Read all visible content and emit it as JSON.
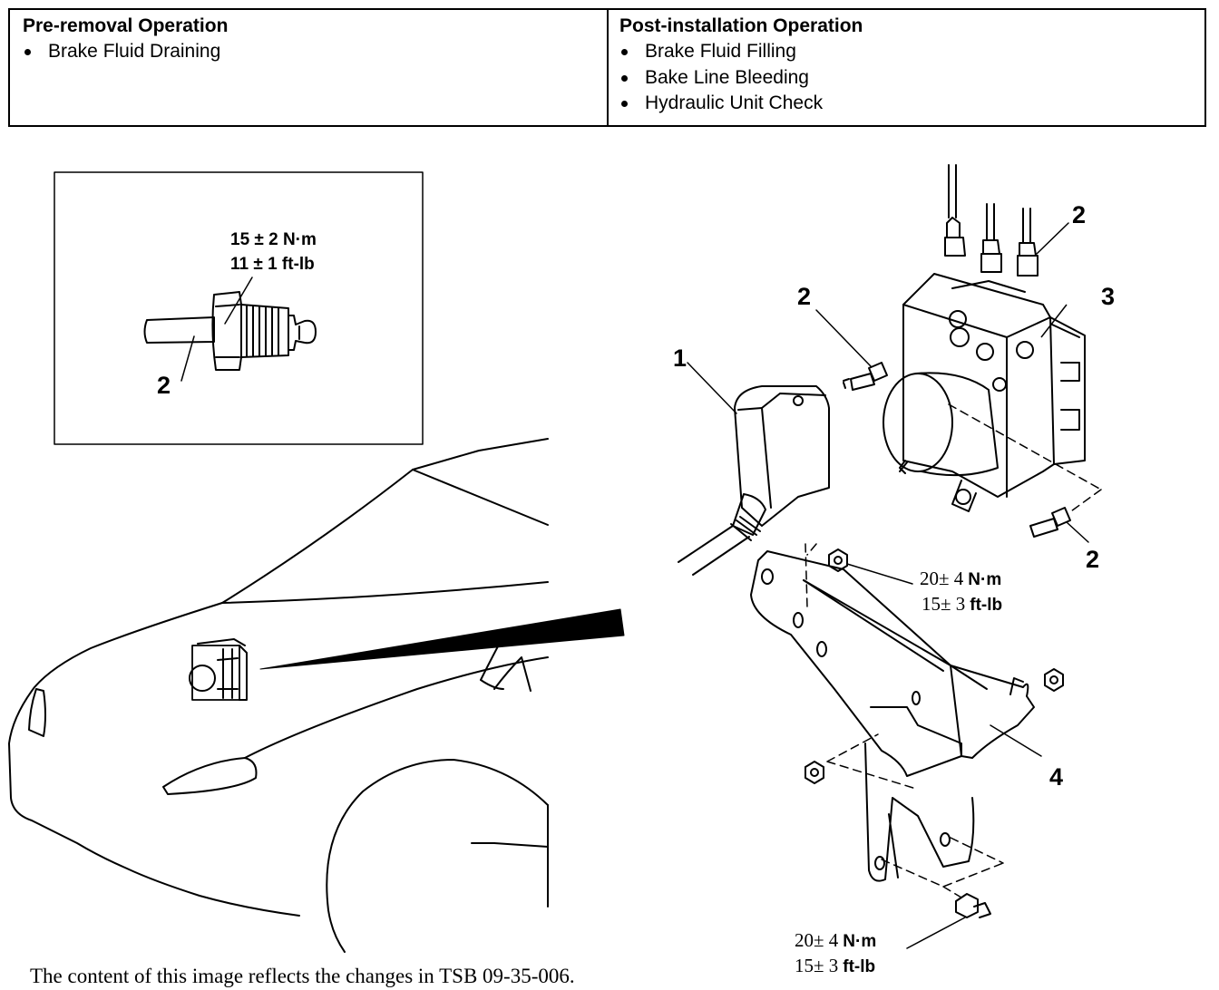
{
  "operations": {
    "pre_removal": {
      "heading": "Pre-removal Operation",
      "items": [
        "Brake Fluid Draining"
      ]
    },
    "post_installation": {
      "heading": "Post-installation Operation",
      "items": [
        "Brake Fluid Filling",
        "Bake Line Bleeding",
        "Hydraulic Unit Check"
      ]
    }
  },
  "callouts": {
    "inset_part": "2",
    "connector": "1",
    "brake_line_top": "2",
    "brake_line_left": "2",
    "hydraulic_unit": "3",
    "brake_line_lower": "2",
    "bracket": "4"
  },
  "torques": {
    "inset": {
      "metric": "15 ± 2 N·m",
      "imperial": "11 ± 1 ft-lb"
    },
    "bracket_nut": {
      "metric_value": "20± 4",
      "metric_unit": "N·m",
      "imperial_value": "15± 3",
      "imperial_unit": "ft-lb"
    },
    "bracket_bolt": {
      "metric_value": "20± 4",
      "metric_unit": "N·m",
      "imperial_value": "15± 3",
      "imperial_unit": "ft-lb"
    }
  },
  "footnote": "The content of this image reflects the changes in TSB 09-35-006."
}
